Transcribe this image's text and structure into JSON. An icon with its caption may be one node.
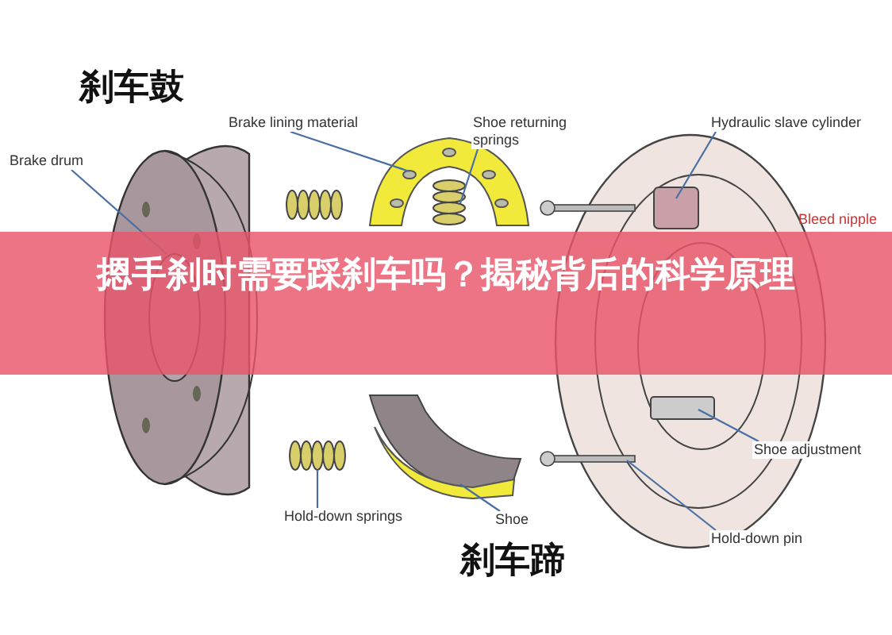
{
  "diagram": {
    "title": "摁手刹时需要踩刹车吗？揭秘背后的科学原理",
    "nodes": [
      {
        "text": [
          "Brake drum"
        ]
      },
      {
        "text": [],
        "shape": "picture"
      },
      {
        "text": [
          "Brake lining material"
        ]
      },
      {
        "text": [],
        "shape": "picture"
      },
      {
        "text": [
          "Shoe returning springs"
        ]
      },
      {
        "text": [
          "Hydraulic slave cylinder"
        ]
      },
      {
        "text": [],
        "shape": "picture"
      },
      {
        "text": [
          "Hold-down springs"
        ]
      },
      {
        "text": [],
        "shape": "picture"
      },
      {
        "text": [
          "Shoe"
        ]
      },
      {
        "text": [
          "Shoe adjustment"
        ]
      },
      {
        "text": [
          "Hold-down pin"
        ]
      }
    ],
    "edges": [
      {
        "from": 0,
        "to": 1,
        "arrow": "none"
      },
      {
        "from": 2,
        "to": 3,
        "arrow": "none"
      },
      {
        "from": 4,
        "to": 3,
        "arrow": "none"
      },
      {
        "from": 5,
        "to": 6,
        "arrow": "none"
      },
      {
        "from": 7,
        "to": null,
        "arrow": "none"
      },
      {
        "from": 9,
        "to": 8,
        "arrow": "none"
      },
      {
        "from": 10,
        "to": 6,
        "arrow": "none"
      },
      {
        "from": 11,
        "to": 6,
        "arrow": "none"
      }
    ],
    "labels": [
      "刹车鼓",
      "Bleed nipple",
      "刹车蹄"
    ]
  }
}
